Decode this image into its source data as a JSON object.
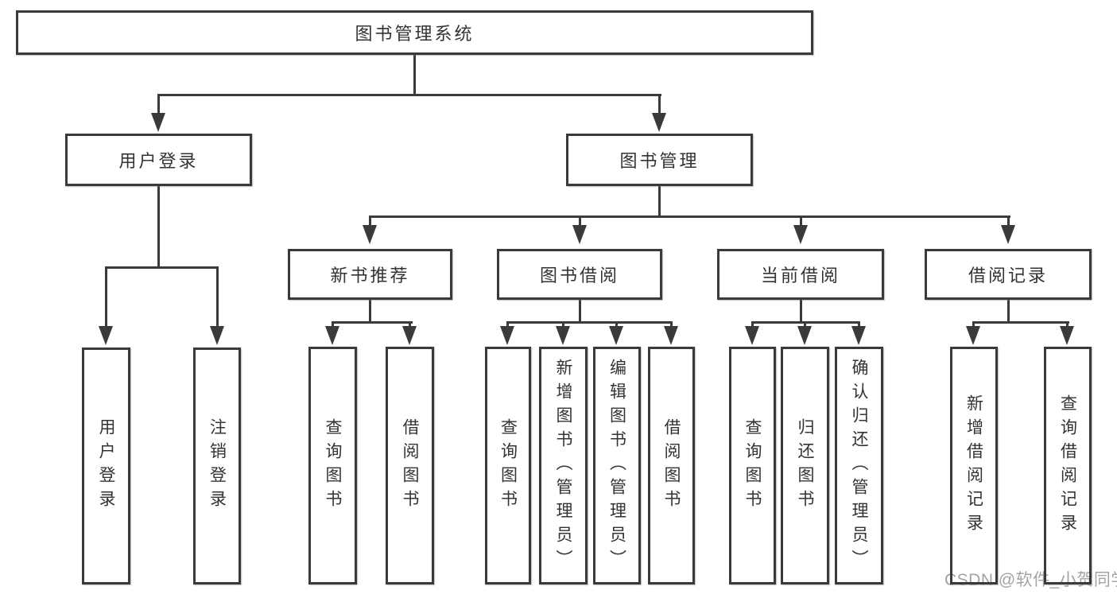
{
  "diagram_title": "图书管理系统",
  "tree": {
    "root": {
      "label": "图书管理系统"
    },
    "children": [
      {
        "label": "用户登录",
        "children": [
          {
            "label": "用户登录"
          },
          {
            "label": "注销登录"
          }
        ]
      },
      {
        "label": "图书管理",
        "children": [
          {
            "label": "新书推荐",
            "children": [
              {
                "label": "查询图书"
              },
              {
                "label": "借阅图书"
              }
            ]
          },
          {
            "label": "图书借阅",
            "children": [
              {
                "label": "查询图书"
              },
              {
                "label": "新增图书（管理员）"
              },
              {
                "label": "编辑图书（管理员）"
              },
              {
                "label": "借阅图书"
              }
            ]
          },
          {
            "label": "当前借阅",
            "children": [
              {
                "label": "查询图书"
              },
              {
                "label": "归还图书"
              },
              {
                "label": "确认归还（管理员）"
              }
            ]
          },
          {
            "label": "借阅记录",
            "children": [
              {
                "label": "新增借阅记录"
              },
              {
                "label": "查询借阅记录"
              }
            ]
          }
        ]
      }
    ]
  },
  "watermark": "CSDN @软件_小贺同学",
  "colors": {
    "line": "#3a3a3a",
    "text": "#333333",
    "watermark": "#a3a3a3",
    "background": "#ffffff"
  }
}
